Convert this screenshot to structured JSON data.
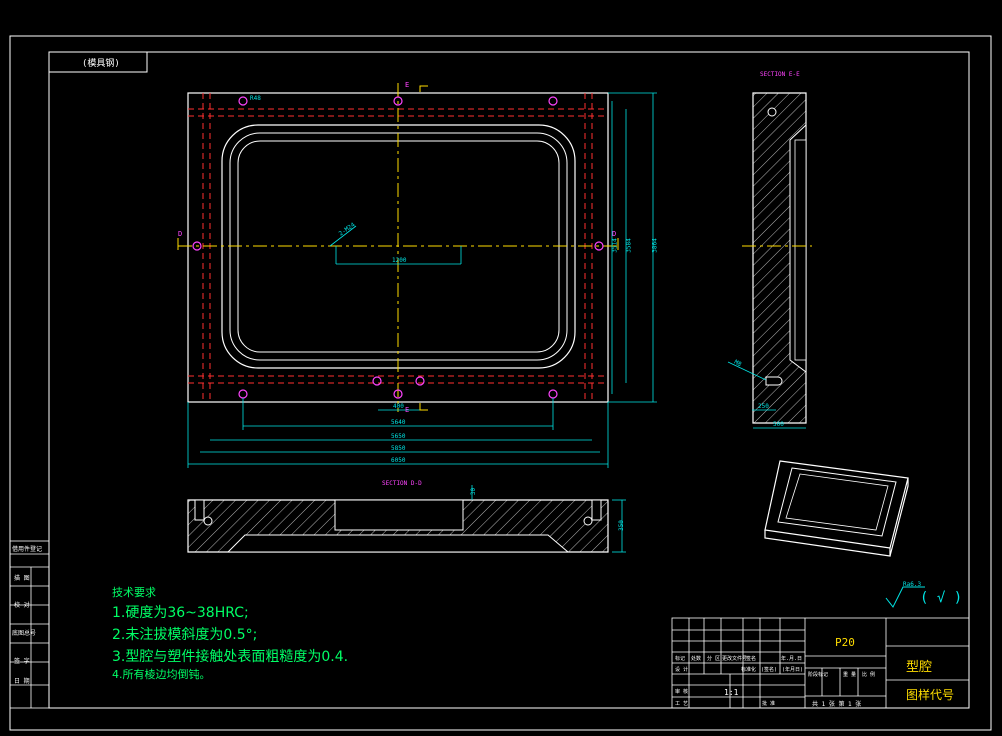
{
  "drawing": {
    "top_tag": "(模具钢)",
    "section_ee": "SECTION E-E",
    "section_dd": "SECTION D-D",
    "marks": {
      "e_top": "E",
      "e_bottom": "E",
      "d_left": "D",
      "d_right": "D"
    },
    "dims": {
      "r48": "R48",
      "thread": "2-M24",
      "d1200": "1200",
      "d400": "400",
      "d5640": "5640",
      "d5650": "5650",
      "d5850": "5850",
      "d6050": "6050",
      "v3514": "3514",
      "v3584": "3584",
      "v3864": "3864",
      "w250": "250",
      "w500": "500",
      "h350": "350",
      "h30": "30",
      "m8": "M8"
    }
  },
  "surface_finish": {
    "symbol": "Ra6.3",
    "paren": "( √ )"
  },
  "tech_requirements": {
    "title": "技术要求",
    "items": [
      "1.硬度为36~38HRC;",
      "2.未注拔模斜度为0.5°;",
      "3.型腔与塑件接触处表面粗糙度为0.4.",
      "4.所有棱边均倒钝。"
    ]
  },
  "left_strip": {
    "items": [
      "借用件登记",
      "",
      "描 图",
      "",
      "校 对",
      "底图总号",
      "",
      "签 字",
      "日 期"
    ]
  },
  "title_block": {
    "material": "P20",
    "part_name": "型腔",
    "drawing_code": "图样代号",
    "scale": "1:1",
    "header_labels": [
      "标记",
      "处数",
      "分 区",
      "更改文件号",
      "签名",
      "年.月.日"
    ],
    "row_labels": [
      "设 计",
      "标准化",
      "(签名)",
      "(年月日)"
    ],
    "stage_labels": [
      "阶段标记",
      "重 量",
      "比 例"
    ],
    "bottom_left": [
      "审 核",
      "工 艺"
    ],
    "approve": "批 准",
    "sheets": "共 1 张   第 1 张"
  }
}
